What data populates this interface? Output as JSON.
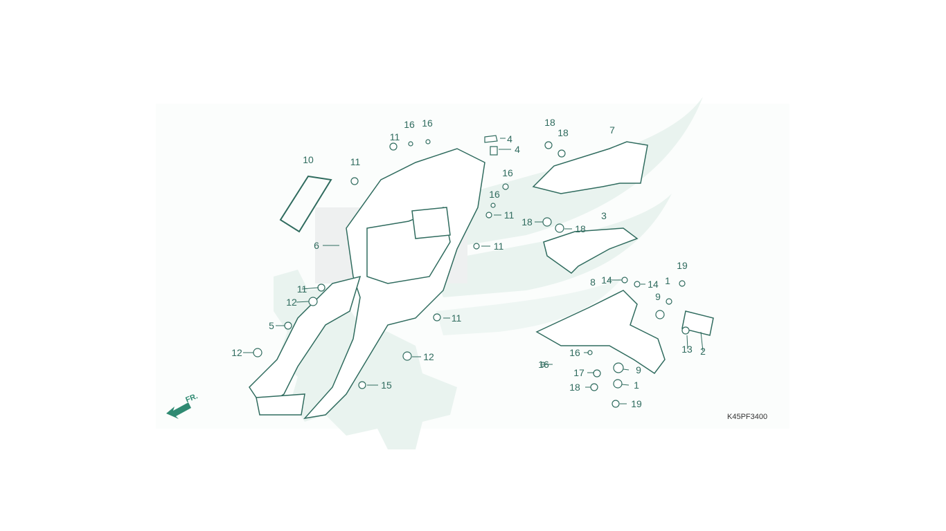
{
  "diagram_code": "K45PF3400",
  "front_indicator": "FR.",
  "colors": {
    "line": "#2f6b5e",
    "watermark": "#e9f3ef",
    "part_fill": "#ffffff",
    "dots": "#c9d2d0"
  },
  "callouts": [
    {
      "label": "16"
    },
    {
      "label": "16"
    },
    {
      "label": "11"
    },
    {
      "label": "10"
    },
    {
      "label": "11"
    },
    {
      "label": "4"
    },
    {
      "label": "4"
    },
    {
      "label": "16"
    },
    {
      "label": "16"
    },
    {
      "label": "11"
    },
    {
      "label": "11"
    },
    {
      "label": "6"
    },
    {
      "label": "11"
    },
    {
      "label": "12"
    },
    {
      "label": "5"
    },
    {
      "label": "12"
    },
    {
      "label": "11"
    },
    {
      "label": "12"
    },
    {
      "label": "15"
    },
    {
      "label": "18"
    },
    {
      "label": "18"
    },
    {
      "label": "7"
    },
    {
      "label": "18"
    },
    {
      "label": "18"
    },
    {
      "label": "3"
    },
    {
      "label": "19"
    },
    {
      "label": "14"
    },
    {
      "label": "14"
    },
    {
      "label": "8"
    },
    {
      "label": "1"
    },
    {
      "label": "9"
    },
    {
      "label": "16"
    },
    {
      "label": "16"
    },
    {
      "label": "17"
    },
    {
      "label": "18"
    },
    {
      "label": "9"
    },
    {
      "label": "1"
    },
    {
      "label": "19"
    },
    {
      "label": "13"
    },
    {
      "label": "2"
    }
  ]
}
